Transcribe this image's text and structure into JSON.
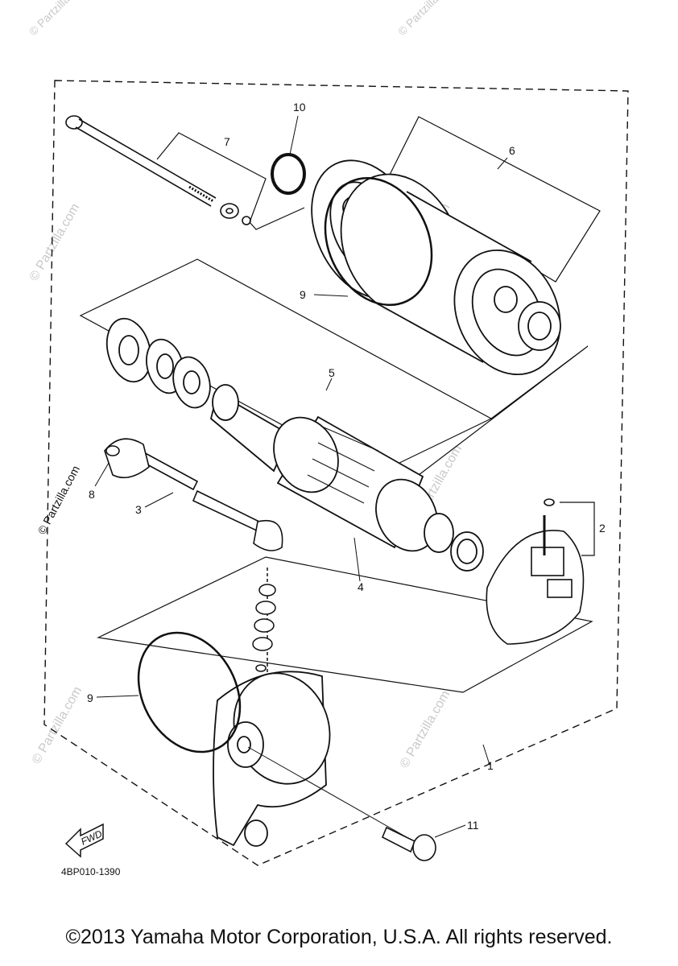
{
  "callouts": [
    "1",
    "2",
    "3",
    "4",
    "5",
    "6",
    "7",
    "8",
    "9",
    "9",
    "10",
    "11"
  ],
  "part_code": "4BP010-1390",
  "fwd_label": "FWD",
  "watermark": "© Partzilla.com",
  "copyright": "©2013 Yamaha Motor Corporation, U.S.A. All rights reserved."
}
